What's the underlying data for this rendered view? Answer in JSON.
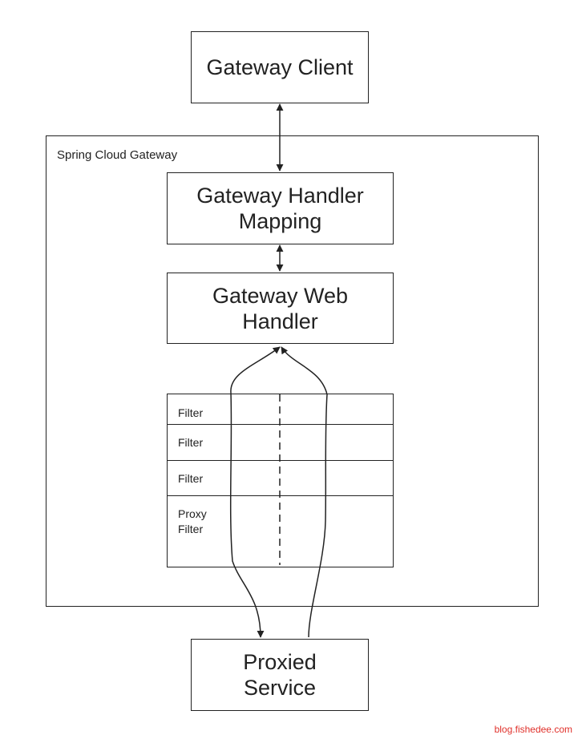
{
  "diagram": {
    "gateway_client": "Gateway Client",
    "spring_cloud_gateway": "Spring Cloud Gateway",
    "handler_mapping": "Gateway Handler Mapping",
    "web_handler": "Gateway Web Handler",
    "filters": [
      "Filter",
      "Filter",
      "Filter",
      "Proxy Filter"
    ],
    "proxied_service": "Proxied Service"
  },
  "watermark": "blog.fishedee.com"
}
